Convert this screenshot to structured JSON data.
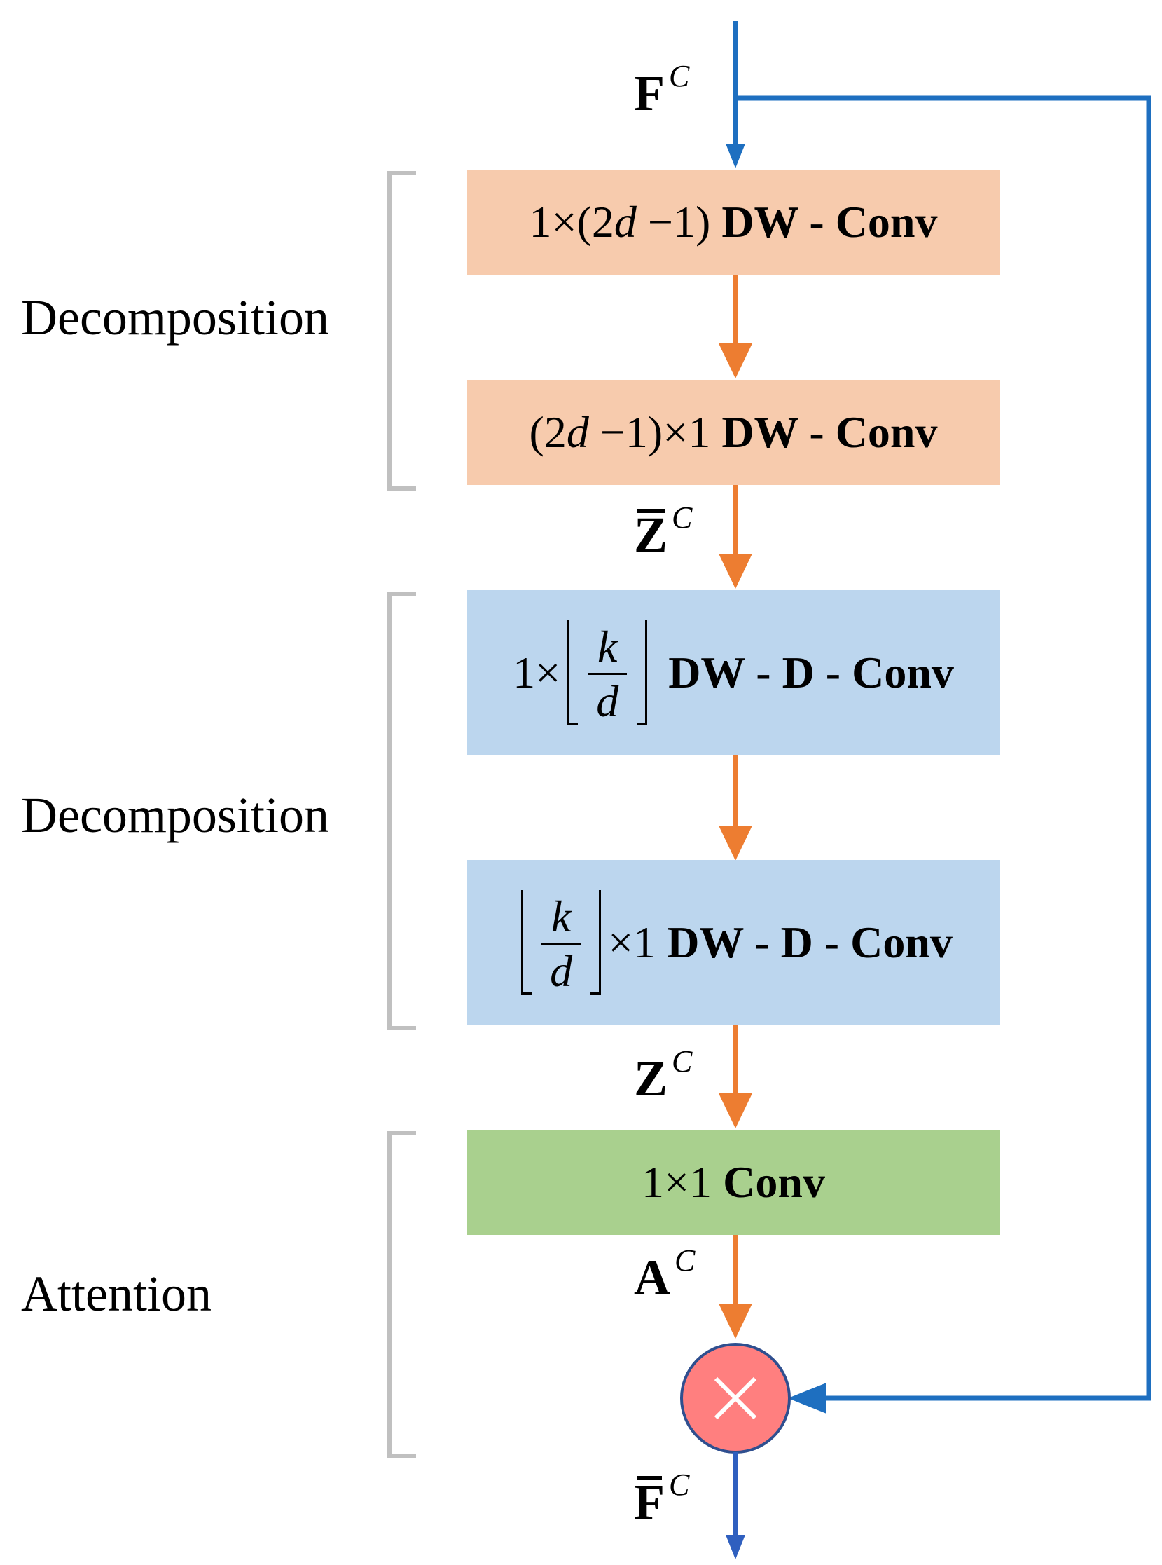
{
  "boxes": {
    "box1": {
      "pre": "1×(2",
      "d": "d",
      "mid": " −1) ",
      "bold": "DW - Conv"
    },
    "box2": {
      "pre": "(2",
      "d": "d",
      "mid": " −1)×1 ",
      "bold": "DW - Conv"
    },
    "box3": {
      "pre": "1×",
      "num": "k",
      "den": "d",
      "bold": "DW - D - Conv"
    },
    "box4": {
      "num": "k",
      "den": "d",
      "mid": "×1 ",
      "bold": "DW - D - Conv"
    },
    "box5": {
      "pre": "1×1 ",
      "bold": "Conv"
    }
  },
  "groups": {
    "g1": "Decomposition",
    "g2": "Decomposition",
    "g3": "Attention"
  },
  "variables": {
    "f_in": {
      "base": "F",
      "sup": "C"
    },
    "z_bar": {
      "base": "Z",
      "sup": "C"
    },
    "z": {
      "base": "Z",
      "sup": "C"
    },
    "a": {
      "base": "A",
      "sup": "C"
    },
    "f_out": {
      "base": "F",
      "sup": "C"
    }
  },
  "colors": {
    "orange_box": "#f7cbad",
    "blue_box": "#bcd6ee",
    "green_box": "#a9d08e",
    "orange_arrow": "#ed7d31",
    "blue_arrow": "#1e6fc0",
    "multiply_node": "#ff7f7f"
  },
  "icons": {
    "multiply": "multiply-x-icon"
  }
}
